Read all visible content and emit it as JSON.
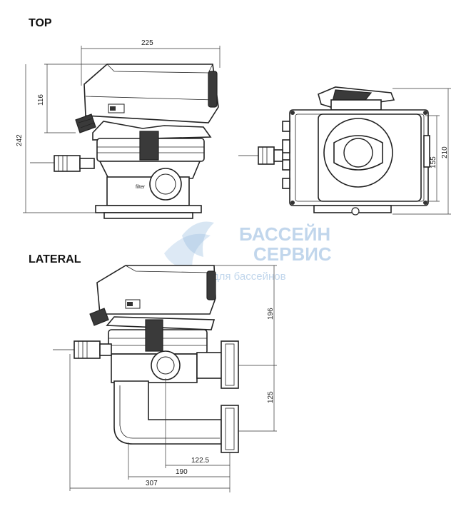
{
  "headings": {
    "top": "TOP",
    "lateral": "LATERAL"
  },
  "watermark": {
    "line1": "БАССЕЙН",
    "line2": "СЕРВИС",
    "line3": "оборудование для бассейнов",
    "color": "#8fb6dd"
  },
  "dimensions": {
    "top_width": "225",
    "top_head_height": "116",
    "top_total_height": "242",
    "right_depth": "210",
    "right_inner": "155",
    "lateral_upper": "196",
    "lateral_lower": "125",
    "lateral_122": "122.5",
    "lateral_190": "190",
    "lateral_307": "307"
  },
  "labels": {
    "valve_tag": "filter"
  }
}
